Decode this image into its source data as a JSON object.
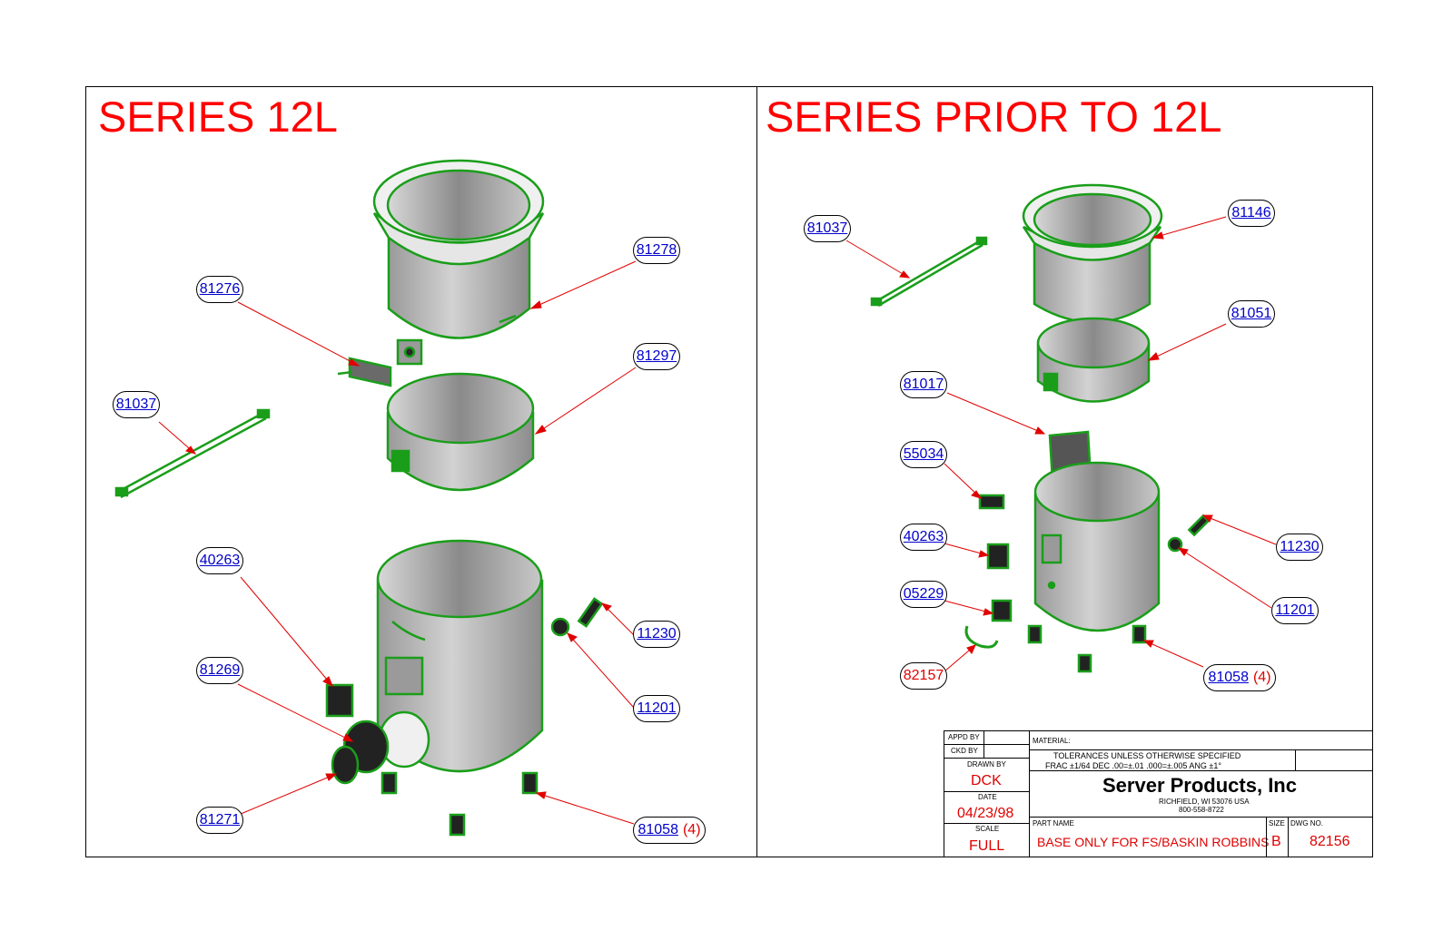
{
  "left_panel": {
    "title": "SERIES 12L",
    "callouts": [
      {
        "part": "81278",
        "qty": ""
      },
      {
        "part": "81276",
        "qty": ""
      },
      {
        "part": "81297",
        "qty": ""
      },
      {
        "part": "81037",
        "qty": ""
      },
      {
        "part": "40263",
        "qty": ""
      },
      {
        "part": "81269",
        "qty": ""
      },
      {
        "part": "11230",
        "qty": ""
      },
      {
        "part": "11201",
        "qty": ""
      },
      {
        "part": "81271",
        "qty": ""
      },
      {
        "part": "81058",
        "qty": "(4)"
      }
    ]
  },
  "right_panel": {
    "title": "SERIES PRIOR TO 12L",
    "callouts": [
      {
        "part": "81037",
        "qty": ""
      },
      {
        "part": "81146",
        "qty": ""
      },
      {
        "part": "81051",
        "qty": ""
      },
      {
        "part": "81017",
        "qty": ""
      },
      {
        "part": "55034",
        "qty": ""
      },
      {
        "part": "40263",
        "qty": ""
      },
      {
        "part": "05229",
        "qty": ""
      },
      {
        "part": "82157",
        "qty": ""
      },
      {
        "part": "11230",
        "qty": ""
      },
      {
        "part": "11201",
        "qty": ""
      },
      {
        "part": "81058",
        "qty": "(4)"
      }
    ]
  },
  "title_block": {
    "appd_by_label": "APPD BY",
    "ckd_by_label": "CKD BY",
    "drawn_by_label": "DRAWN BY",
    "drawn_by": "DCK",
    "date_label": "DATE",
    "date": "04/23/98",
    "scale_label": "SCALE",
    "scale": "FULL",
    "material_label": "MATERIAL:",
    "tolerances_line1": "TOLERANCES UNLESS OTHERWISE SPECIFIED",
    "tolerances_line2": "FRAC ±1/64 DEC .00=±.01 .000=±.005 ANG ±1°",
    "company": "Server Products, Inc",
    "address": "RICHFIELD, WI 53076 USA",
    "phone": "800-558-8722",
    "part_name_label": "PART NAME",
    "part_name": "BASE ONLY FOR FS/BASKIN ROBBINS",
    "size_label": "SIZE",
    "size": "B",
    "dwg_no_label": "DWG NO.",
    "dwg_no": "82156"
  },
  "colors": {
    "title_red": "#ff0000",
    "part_number_blue": "#0000cc",
    "leader_red": "#e00000",
    "component_gray": "#b4b4b4",
    "component_outline_green": "#1a9e1a"
  }
}
